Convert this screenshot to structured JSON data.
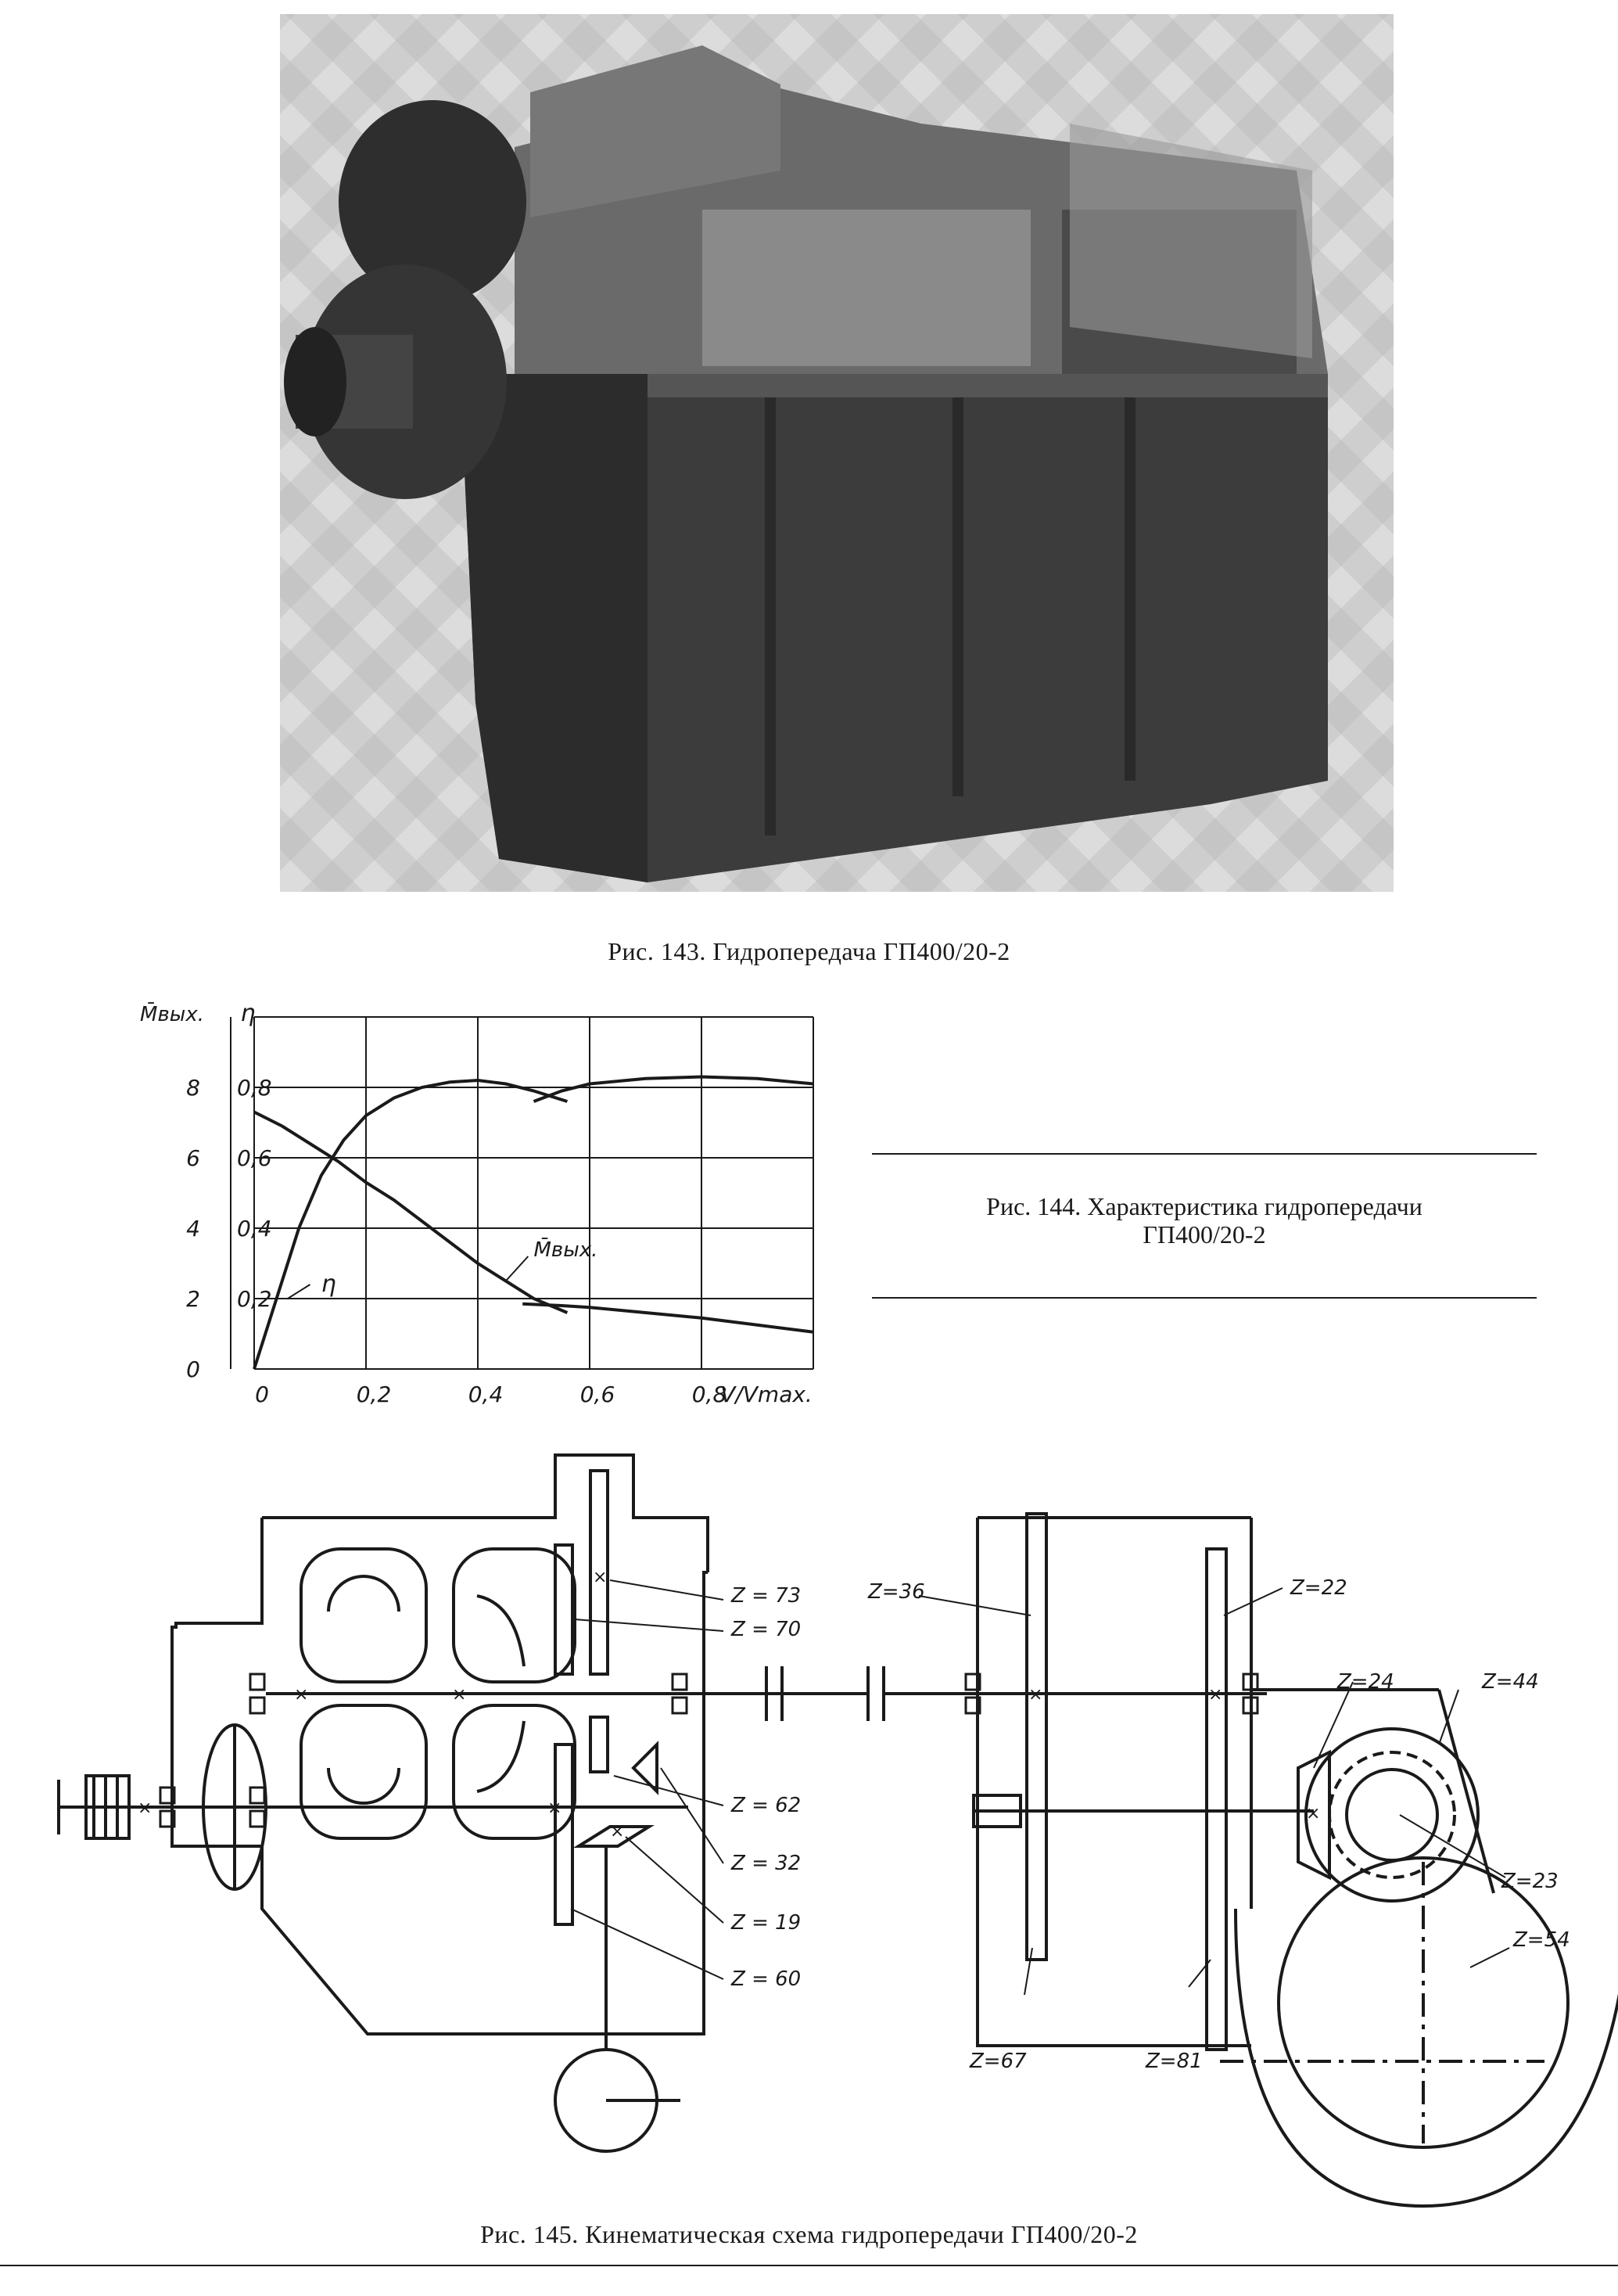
{
  "figures": {
    "fig143": {
      "caption": "Рис. 143. Гидропередача ГП400/20-2"
    },
    "fig144": {
      "caption_line1": "Рис. 144. Характеристика гидропередачи",
      "caption_line2": "ГП400/20-2"
    },
    "fig145": {
      "caption": "Рис. 145. Кинематическая схема гидропередачи ГП400/20-2"
    }
  },
  "chart_data": {
    "type": "line",
    "y_left_label": "M̄вых.",
    "y_right_label": "η",
    "x_label": "V/Vmax.",
    "x_ticks": [
      "0",
      "0,2",
      "0,4",
      "0,6",
      "0,8"
    ],
    "y_left_ticks": [
      "0",
      "2",
      "4",
      "6",
      "8"
    ],
    "y_right_ticks": [
      "0,2",
      "0,4",
      "0,6",
      "0,8"
    ],
    "xlim": [
      0,
      1.0
    ],
    "ylim_left": [
      0,
      10
    ],
    "ylim_right": [
      0,
      1.0
    ],
    "grid": true,
    "series": [
      {
        "name": "η",
        "segments": [
          [
            [
              0.0,
              0.0
            ],
            [
              0.04,
              0.2
            ],
            [
              0.08,
              0.4
            ],
            [
              0.12,
              0.55
            ],
            [
              0.16,
              0.65
            ],
            [
              0.2,
              0.72
            ],
            [
              0.25,
              0.77
            ],
            [
              0.3,
              0.8
            ],
            [
              0.35,
              0.815
            ],
            [
              0.4,
              0.82
            ],
            [
              0.45,
              0.81
            ],
            [
              0.5,
              0.79
            ],
            [
              0.56,
              0.76
            ]
          ],
          [
            [
              0.5,
              0.76
            ],
            [
              0.55,
              0.79
            ],
            [
              0.6,
              0.81
            ],
            [
              0.7,
              0.825
            ],
            [
              0.8,
              0.83
            ],
            [
              0.9,
              0.825
            ],
            [
              1.0,
              0.81
            ]
          ]
        ]
      },
      {
        "name": "M̄вых.",
        "segments": [
          [
            [
              0.0,
              7.3
            ],
            [
              0.05,
              6.9
            ],
            [
              0.1,
              6.4
            ],
            [
              0.15,
              5.9
            ],
            [
              0.2,
              5.3
            ],
            [
              0.25,
              4.8
            ],
            [
              0.3,
              4.2
            ],
            [
              0.35,
              3.6
            ],
            [
              0.4,
              3.0
            ],
            [
              0.45,
              2.5
            ],
            [
              0.5,
              2.0
            ],
            [
              0.56,
              1.6
            ]
          ],
          [
            [
              0.48,
              1.85
            ],
            [
              0.55,
              1.8
            ],
            [
              0.6,
              1.75
            ],
            [
              0.7,
              1.6
            ],
            [
              0.8,
              1.45
            ],
            [
              0.9,
              1.25
            ],
            [
              1.0,
              1.05
            ]
          ]
        ]
      }
    ],
    "annotations": {
      "eta_label": "η",
      "m_label": "M̄вых."
    }
  },
  "scheme_labels": {
    "z73": "Z = 73",
    "z70": "Z = 70",
    "z62": "Z = 62",
    "z32": "Z = 32",
    "z19": "Z = 19",
    "z60": "Z = 60",
    "z36": "Z=36",
    "z22": "Z=22",
    "z24": "Z=24",
    "z44": "Z=44",
    "z23": "Z=23",
    "z54": "Z=54",
    "z67": "Z=67",
    "z81": "Z=81"
  }
}
